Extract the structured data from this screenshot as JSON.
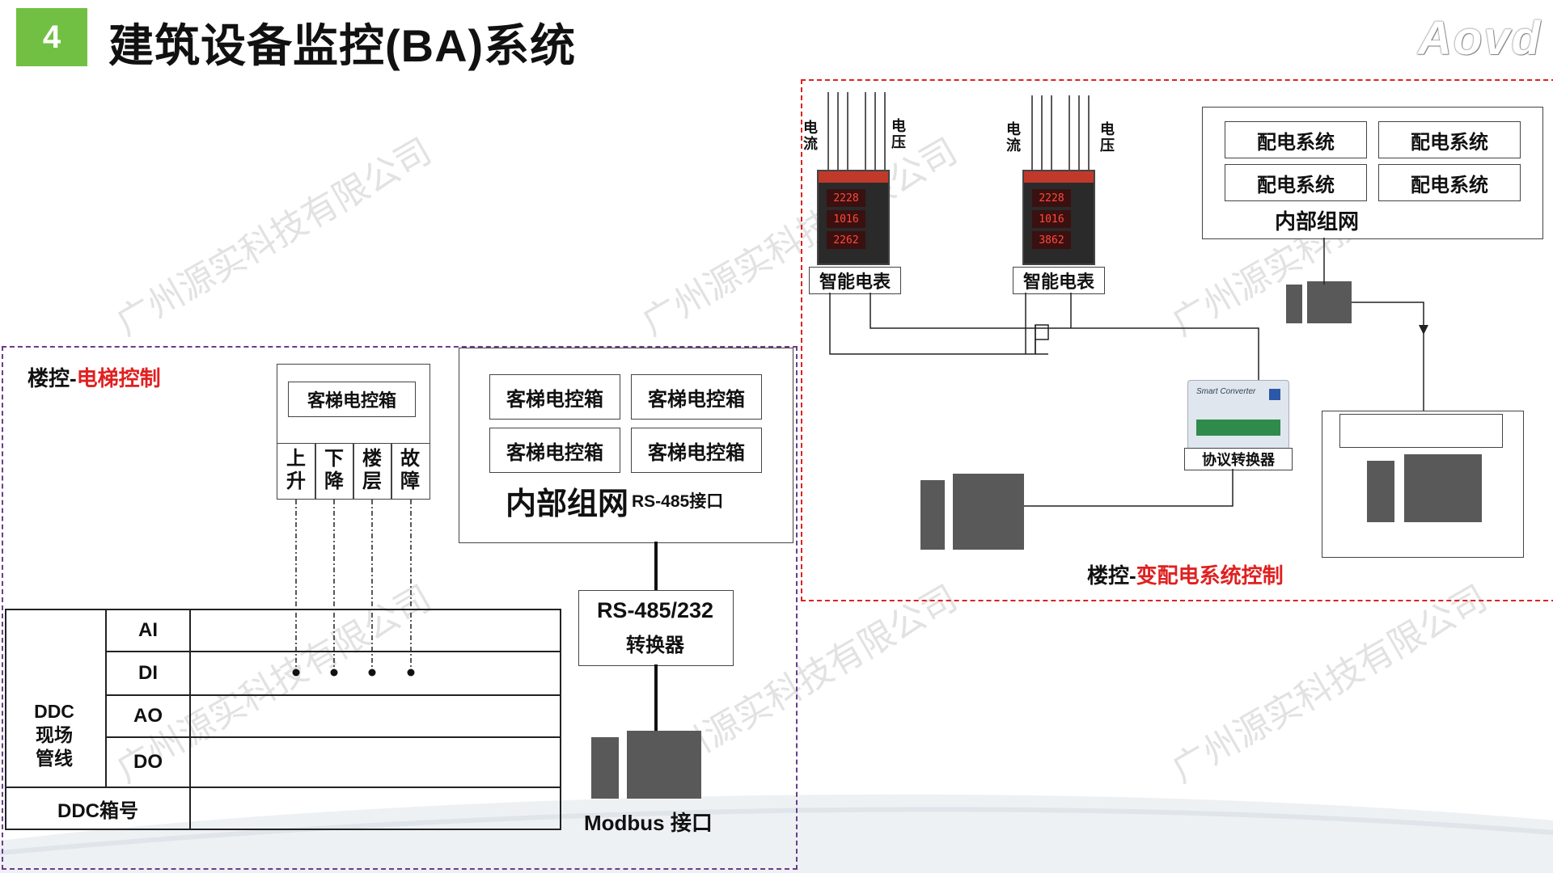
{
  "header": {
    "badge": "4",
    "title": "建筑设备监控(BA)系统",
    "logo": "Aovd"
  },
  "watermark": "广州源实科技有限公司",
  "elevator": {
    "section_prefix": "楼控-",
    "section_highlight": "电梯控制",
    "panel_label": "客梯电控箱",
    "signals": [
      "上升",
      "下降",
      "楼层",
      "故障"
    ],
    "network_boxes": [
      "客梯电控箱",
      "客梯电控箱",
      "客梯电控箱",
      "客梯电控箱"
    ],
    "network_label": "内部组网",
    "network_port": "RS-485接口",
    "converter_line1": "RS-485/232",
    "converter_line2": "转换器",
    "modbus_label": "Modbus 接口"
  },
  "ddc_table": {
    "row_labels": [
      "AI",
      "DI",
      "AO",
      "DO"
    ],
    "group_label": "DDC\n现场\n管线",
    "box_label": "DDC箱号"
  },
  "power": {
    "section_prefix": "楼控-",
    "section_highlight": "变配电系统控制",
    "meter1_label": "智能电表",
    "meter2_label": "智能电表",
    "current_label": "电流",
    "voltage_label": "电压",
    "meter_readings": [
      "2228",
      "1016",
      "2262",
      "2228",
      "1016",
      "3862"
    ],
    "dist_boxes": [
      "配电系统",
      "配电系统",
      "配电系统",
      "配电系统"
    ],
    "dist_network_label": "内部组网",
    "protocol_converter_label": "协议转换器",
    "converter_device_text": "Smart Converter"
  },
  "colors": {
    "badge_green": "#72c043",
    "purple_border": "#6a3d8a",
    "red_border": "#dd2222",
    "highlight_red": "#e02020",
    "device_gray": "#595959"
  }
}
